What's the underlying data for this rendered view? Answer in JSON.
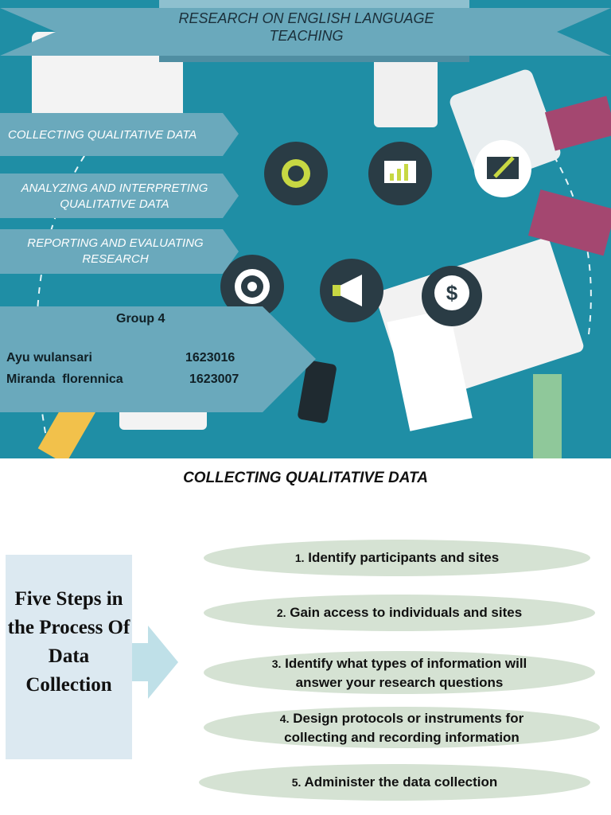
{
  "header": {
    "title": "RESEARCH ON ENGLISH LANGUAGE TEACHING"
  },
  "menu": [
    "COLLECTING QUALITATIVE DATA",
    "ANALYZING AND INTERPRETING QUALITATIVE DATA",
    "REPORTING AND EVALUATING RESEARCH"
  ],
  "group": {
    "title": "Group 4",
    "members": [
      {
        "name": "Ayu wulansari",
        "id": "1623016"
      },
      {
        "name": "Miranda  florennica",
        "id": "1623007"
      }
    ]
  },
  "section": {
    "heading": "COLLECTING QUALITATIVE DATA"
  },
  "diagram": {
    "title": "Five Steps in the Process Of  Data Collection",
    "steps": [
      {
        "num": "1.",
        "text": "Identify participants and sites"
      },
      {
        "num": "2.",
        "text": "Gain access to individuals and sites"
      },
      {
        "num": "3.",
        "text": "Identify what types of information will answer your research questions"
      },
      {
        "num": "4.",
        "text": "Design protocols or instruments for collecting and recording information"
      },
      {
        "num": "5.",
        "text": "Administer the data collection"
      }
    ]
  },
  "colors": {
    "cover_bg": "#1f8ea5",
    "banner": "#6aa9bc",
    "menu_tab": "#6aa9bc",
    "steps_box": "#dce9f1",
    "step_ellipse": "#d5e2d3",
    "arrow": "#bfe0e8"
  }
}
